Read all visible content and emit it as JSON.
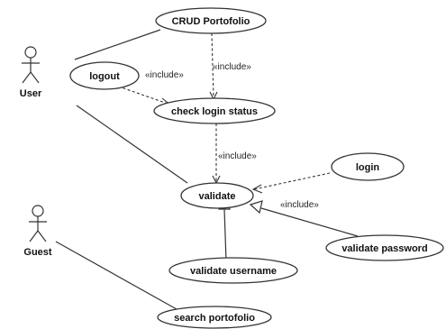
{
  "actors": {
    "user": {
      "name": "User"
    },
    "guest": {
      "name": "Guest"
    }
  },
  "use_cases": {
    "crud_portofolio": "CRUD Portofolio",
    "logout": "logout",
    "check_login_status": "check login status",
    "login": "login",
    "validate": "validate",
    "validate_password": "validate password",
    "validate_username": "validate username",
    "search_portofolio": "search portofolio"
  },
  "stereotypes": {
    "include": "«include»"
  }
}
